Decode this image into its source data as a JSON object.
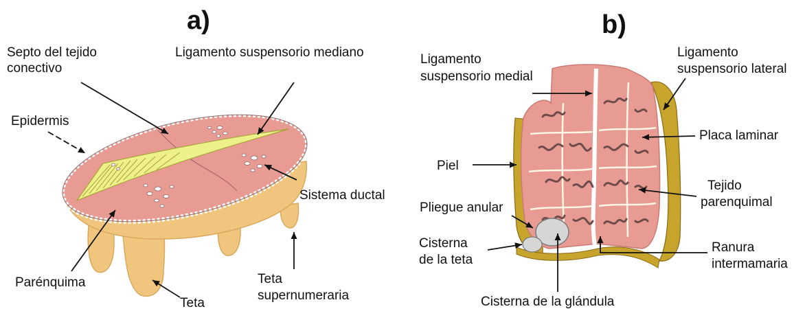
{
  "panel_a": {
    "title": "a)",
    "labels": {
      "septo_line1": "Septo del tejido",
      "septo_line2": "conectivo",
      "ligamento_mediano": "Ligamento suspensorio mediano",
      "epidermis": "Epidermis",
      "sistema_ductal": "Sistema ductal",
      "parenquima": "Parénquima",
      "teta": "Teta",
      "teta_super_line1": "Teta",
      "teta_super_line2": "supernumeraria"
    }
  },
  "panel_b": {
    "title": "b)",
    "labels": {
      "lig_medial_line1": "Ligamento",
      "lig_medial_line2": "suspensorio medial",
      "lig_lateral_line1": "Ligamento",
      "lig_lateral_line2": "suspensorio lateral",
      "placa_laminar": "Placa laminar",
      "piel": "Piel",
      "tejido_line1": "Tejido",
      "tejido_line2": "parenquimal",
      "pliegue_anular": "Pliegue anular",
      "cisterna_teta_line1": "Cisterna",
      "cisterna_teta_line2": "de la teta",
      "ranura_line1": "Ranura",
      "ranura_line2": "intermamaria",
      "cisterna_glandula": "Cisterna de la glándula"
    }
  },
  "colors": {
    "tissue_pink": "#e79b93",
    "tissue_pink_dark": "#c97a74",
    "skin_tan": "#f0c67e",
    "skin_tan_dark": "#d9a85c",
    "ligament_yellow": "#eef08a",
    "lateral_ligament_olive": "#c7a52d",
    "duct_dark": "#6e4a4a",
    "cistern_gray": "#d6d6d6"
  }
}
